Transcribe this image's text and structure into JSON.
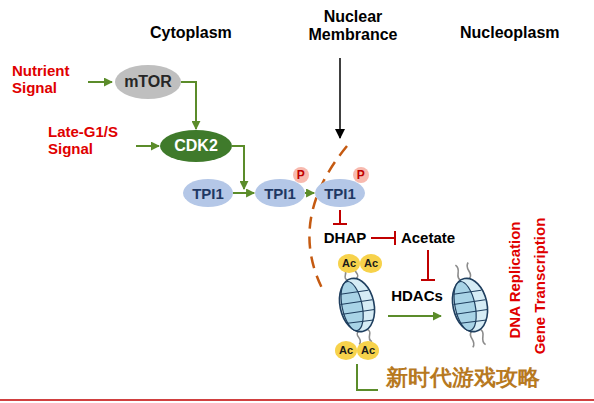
{
  "diagram": {
    "nodes": [
      {
        "text": [
          "mTOR"
        ]
      },
      {
        "text": [
          "CDK2"
        ]
      },
      {
        "text": [
          "TPI1"
        ]
      },
      {
        "text": [
          "TPI1"
        ]
      },
      {
        "text": [
          "P"
        ],
        "in": 3
      },
      {
        "text": [
          "TPI1"
        ]
      },
      {
        "text": [
          "P"
        ],
        "in": 5
      },
      {
        "text": [
          "Ac"
        ]
      },
      {
        "text": [
          "Ac"
        ]
      },
      {
        "text": [
          "Ac"
        ]
      },
      {
        "text": [
          "Ac"
        ]
      }
    ],
    "edges": [
      {
        "from": 0,
        "to": 1,
        "arrow": "to"
      },
      {
        "from": 2,
        "to": 3,
        "arrow": "to"
      },
      {
        "from": 3,
        "to": 5,
        "arrow": "to"
      }
    ],
    "labels": [
      "Cytoplasm",
      "Nuclear Membrance",
      "Nucleoplasm",
      "Nutrient Signal",
      "Late-G1/S Signal",
      "DHAP",
      "Acetate",
      "HDACs",
      "DNA Replication",
      "Gene Transcription",
      "新时代游戏攻略"
    ]
  }
}
